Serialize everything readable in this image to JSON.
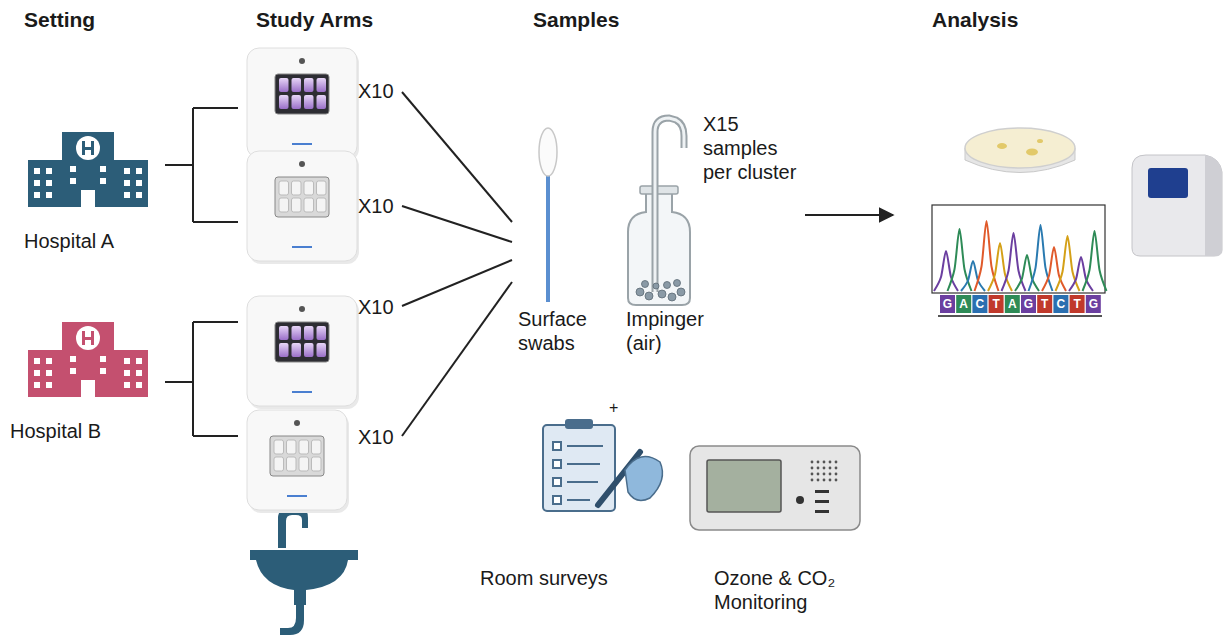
{
  "diagram": {
    "nodes": [
      {
        "text": [
          "Hospital A"
        ]
      },
      {
        "text": [
          "Hospital B"
        ]
      },
      {
        "text": [
          "Surface swabs"
        ]
      },
      {
        "text": [
          "Impinger (air)"
        ]
      },
      {
        "text": [
          "Room surveys"
        ]
      },
      {
        "text": [
          "Ozone & CO₂ Monitoring"
        ]
      }
    ],
    "labels": [
      "Setting",
      "Study Arms",
      "Samples",
      "Analysis",
      "X10",
      "X10",
      "X10",
      "X10",
      "X15 samples per cluster",
      "+",
      "G",
      "A",
      "C",
      "T",
      "A",
      "G",
      "T",
      "C",
      "T",
      "G"
    ]
  }
}
